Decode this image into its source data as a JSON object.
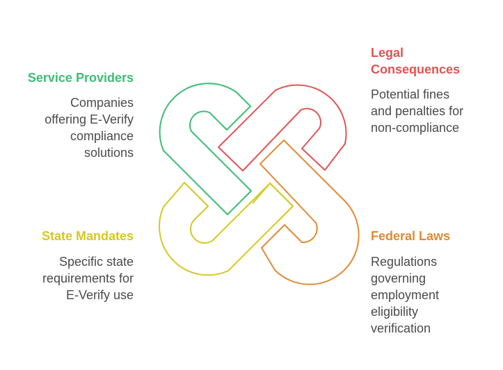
{
  "colors": {
    "service_providers": "#3dbd73",
    "legal_consequences": "#e05353",
    "state_mandates": "#d6c81f",
    "federal_laws": "#e08a33"
  },
  "items": {
    "service_providers": {
      "title": "Service Providers",
      "desc": [
        "Companies",
        "offering E-Verify",
        "compliance",
        "solutions"
      ]
    },
    "legal_consequences": {
      "title": [
        "Legal",
        "Consequences"
      ],
      "desc": [
        "Potential fines",
        "and penalties for",
        "non-compliance"
      ]
    },
    "state_mandates": {
      "title": "State Mandates",
      "desc": [
        "Specific state",
        "requirements for",
        "E-Verify use"
      ]
    },
    "federal_laws": {
      "title": "Federal Laws",
      "desc": [
        "Regulations",
        "governing",
        "employment",
        "eligibility",
        "verification"
      ]
    }
  }
}
